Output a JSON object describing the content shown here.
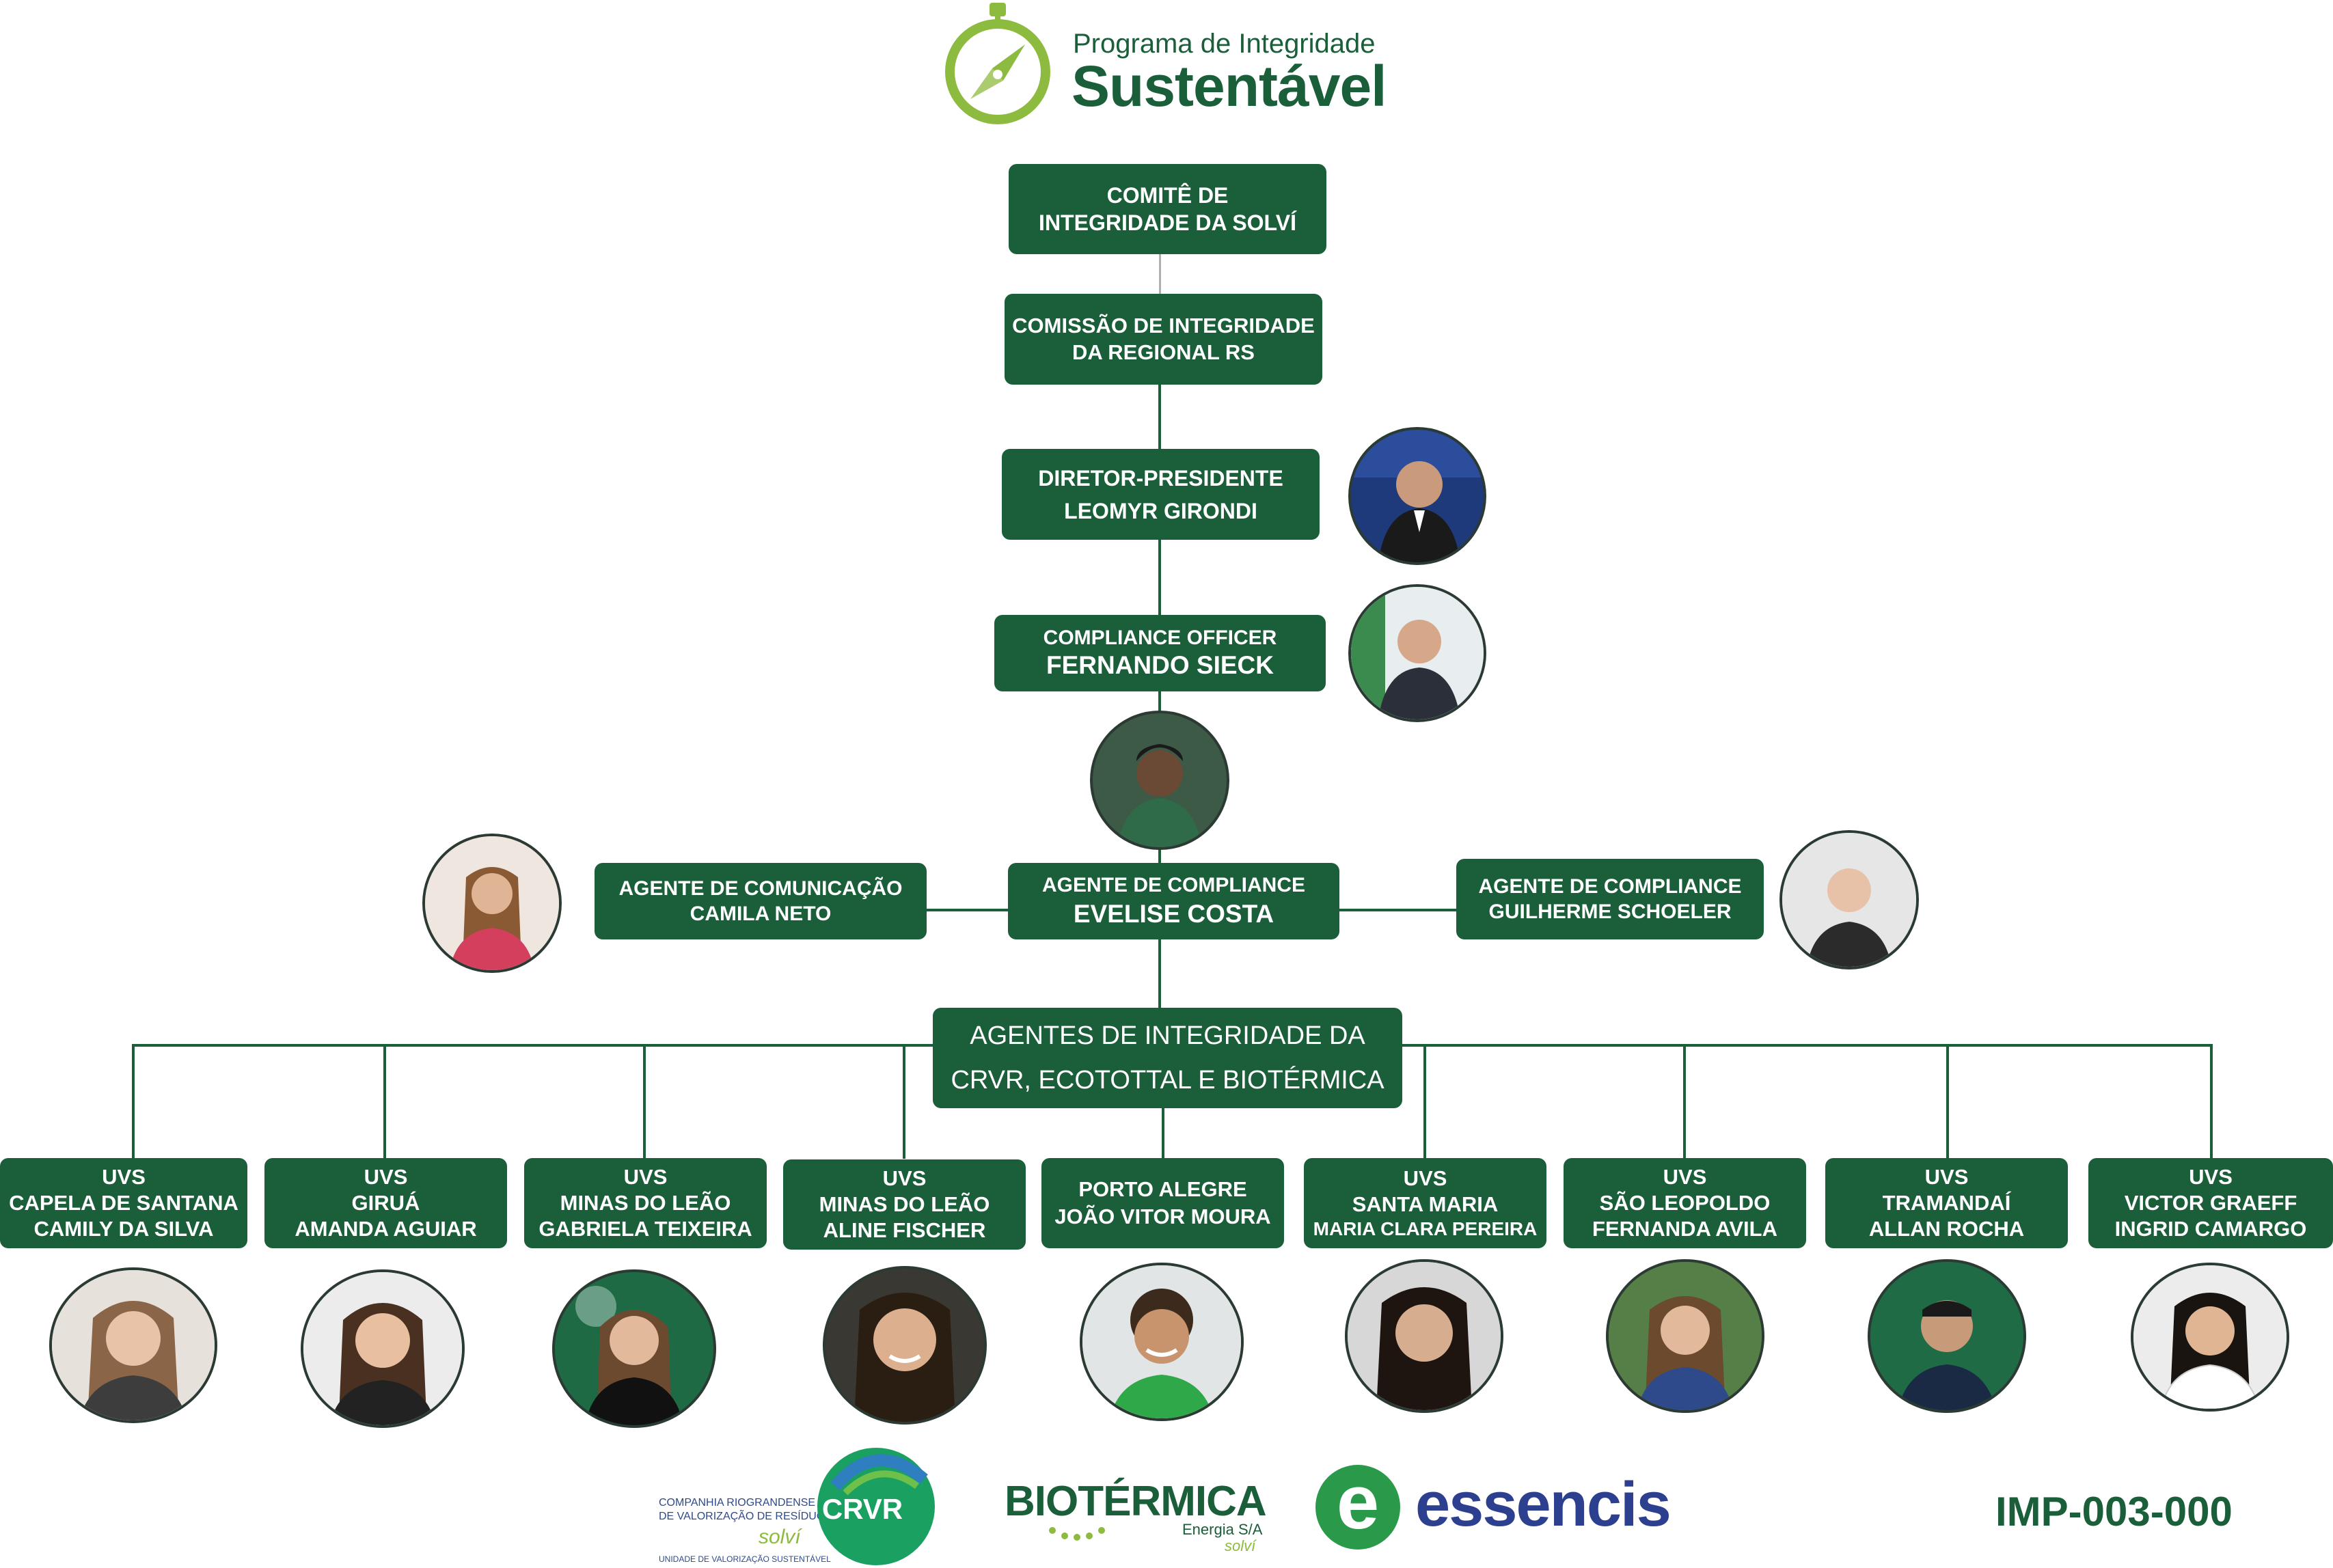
{
  "header": {
    "program_line": "Programa de Integridade",
    "program_name": "Sustentável"
  },
  "committee": {
    "line1": "COMITÊ DE",
    "line2": "INTEGRIDADE DA SOLVÍ"
  },
  "commission": {
    "line1": "COMISSÃO DE INTEGRIDADE",
    "line2": "DA REGIONAL RS"
  },
  "director": {
    "line1": "DIRETOR-PRESIDENTE",
    "line2": "LEOMYR GIRONDI"
  },
  "compliance_officer": {
    "line1": "COMPLIANCE OFFICER",
    "line2": "FERNANDO SIECK"
  },
  "agent_communication": {
    "line1": "AGENTE DE COMUNICAÇÃO",
    "line2": "CAMILA NETO"
  },
  "agent_compliance_main": {
    "line1": "AGENTE DE COMPLIANCE",
    "line2": "EVELISE COSTA"
  },
  "agent_compliance_right": {
    "line1": "AGENTE DE COMPLIANCE",
    "line2": "GUILHERME SCHOELER"
  },
  "integrity_agents": {
    "line1": "AGENTES DE INTEGRIDADE DA",
    "line2": "CRVR, ECOTOTTAL E BIOTÉRMICA"
  },
  "units": [
    {
      "l1": "UVS",
      "l2": "CAPELA DE SANTANA",
      "l3": "CAMILY DA SILVA"
    },
    {
      "l1": "UVS",
      "l2": "GIRUÁ",
      "l3": "AMANDA AGUIAR"
    },
    {
      "l1": "UVS",
      "l2": "MINAS DO LEÃO",
      "l3": "GABRIELA TEIXEIRA"
    },
    {
      "l1": "UVS",
      "l2": "MINAS DO LEÃO",
      "l3": "ALINE FISCHER"
    },
    {
      "l1": "",
      "l2": "PORTO ALEGRE",
      "l3": "JOÃO VITOR MOURA"
    },
    {
      "l1": "UVS",
      "l2": "SANTA MARIA",
      "l3": "MARIA CLARA PEREIRA"
    },
    {
      "l1": "UVS",
      "l2": "SÃO LEOPOLDO",
      "l3": "FERNANDA AVILA"
    },
    {
      "l1": "UVS",
      "l2": "TRAMANDAÍ",
      "l3": "ALLAN ROCHA"
    },
    {
      "l1": "UVS",
      "l2": "VICTOR GRAEFF",
      "l3": "INGRID CAMARGO"
    }
  ],
  "footer": {
    "crvr_text1": "COMPANHIA RIOGRANDENSE",
    "crvr_text2": "DE VALORIZAÇÃO DE RESÍDUOS",
    "crvr_solvi": "solví",
    "crvr_bottom": "UNIDADE DE VALORIZAÇÃO SUSTENTÁVEL",
    "crvr_name": "CRVR",
    "biotermica_name": "BIOTÉRMICA",
    "biotermica_sub": "Energia S/A",
    "biotermica_solvi": "solví",
    "essencis_letter": "e",
    "essencis_name": "essencis",
    "code": "IMP-003-000"
  },
  "colors": {
    "box_green": "#1a5e3a",
    "logo_light_green": "#8dbb3f",
    "logo_dark_green": "#1a5e3a",
    "essencis_blue": "#2d3f8f"
  }
}
